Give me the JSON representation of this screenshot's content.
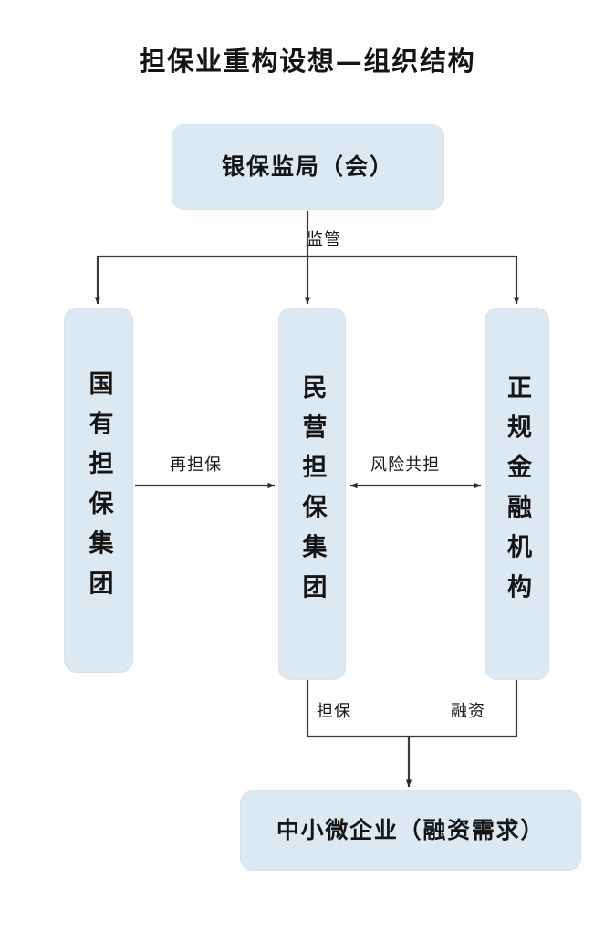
{
  "title": "担保业重构设想—组织结构",
  "theme": {
    "node_fill": "#dce9f2",
    "node_border": "#d2e2ee",
    "line_color": "#3a3a3a",
    "text_color": "#141414",
    "background": "#ffffff"
  },
  "nodes": {
    "regulator": {
      "label": "银保监局（会）",
      "shape": "rounded-rect",
      "orientation": "horizontal"
    },
    "state_guarantee": {
      "label": "国有担保集团",
      "shape": "rounded-rect",
      "orientation": "vertical"
    },
    "private_guarantee": {
      "label": "民营担保集团",
      "shape": "rounded-rect",
      "orientation": "vertical"
    },
    "financial_institution": {
      "label": "正规金融机构",
      "shape": "rounded-rect",
      "orientation": "vertical"
    },
    "sme": {
      "label": "中小微企业（融资需求）",
      "shape": "rounded-rect",
      "orientation": "horizontal"
    }
  },
  "edges": {
    "supervise": {
      "label": "监管",
      "from": "regulator",
      "to": [
        "state_guarantee",
        "private_guarantee",
        "financial_institution"
      ],
      "arrow": "single"
    },
    "reguarantee": {
      "label": "再担保",
      "from": "state_guarantee",
      "to": "private_guarantee",
      "arrow": "single"
    },
    "risk_sharing": {
      "label": "风险共担",
      "from": "private_guarantee",
      "to": "financial_institution",
      "arrow": "double"
    },
    "guarantee": {
      "label": "担保",
      "from": "private_guarantee",
      "to": "sme",
      "arrow": "single"
    },
    "financing": {
      "label": "融资",
      "from": "financial_institution",
      "to": "sme",
      "arrow": "single"
    }
  }
}
